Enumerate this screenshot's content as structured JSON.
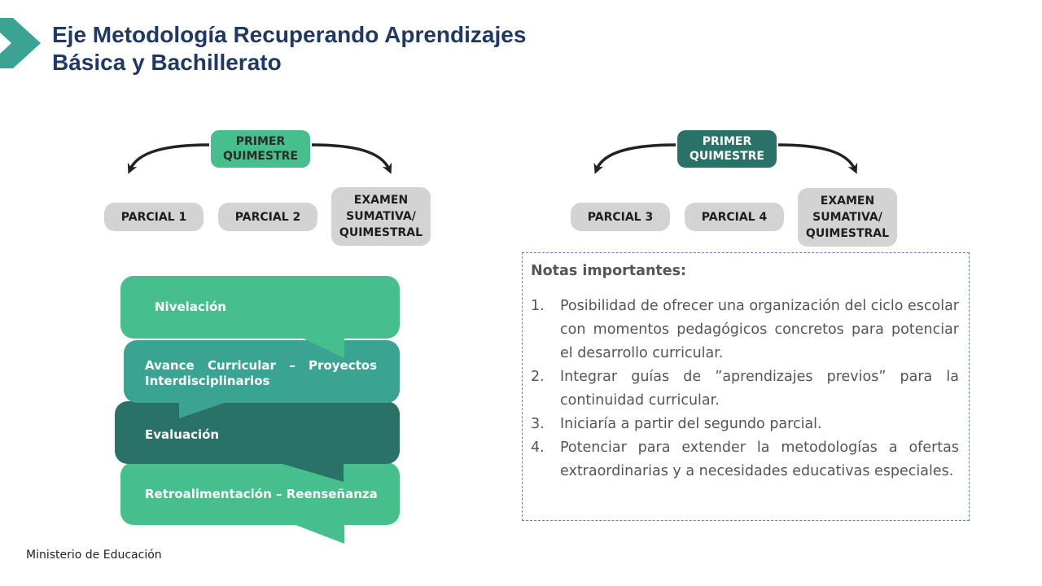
{
  "header": {
    "title_line1": "Eje Metodología Recuperando Aprendizajes",
    "title_line2": "Básica y Bachillerato"
  },
  "colors": {
    "title": "#1f3864",
    "accent_green": "#46bf8c",
    "teal": "#3ba392",
    "dark_teal": "#2a7268",
    "gray_pill": "#d3d3d3",
    "notes_border": "#5b84c4"
  },
  "left_diagram": {
    "quimestre_label": "PRIMER QUIMESTRE",
    "items": [
      "PARCIAL 1",
      "PARCIAL 2",
      "EXAMEN SUMATIVA/ QUIMESTRAL"
    ]
  },
  "right_diagram": {
    "quimestre_label": "PRIMER QUIMESTRE",
    "items": [
      "PARCIAL 3",
      "PARCIAL 4",
      "EXAMEN SUMATIVA/ QUIMESTRAL"
    ]
  },
  "stack": [
    "Nivelación",
    "Avance Curricular – Proyectos Interdisciplinarios",
    "Evaluación",
    "Retroalimentación – Reenseñanza"
  ],
  "notes": {
    "title": "Notas importantes:",
    "items": [
      "Posibilidad de ofrecer una organización del ciclo escolar con momentos pedagógicos concretos para potenciar el desarrollo curricular.",
      "Integrar guías de ”aprendizajes previos” para la continuidad curricular.",
      "Iniciaría a partir del segundo parcial.",
      "Potenciar para extender la metodologías a ofertas extraordinarias y a necesidades educativas especiales."
    ]
  },
  "footer": {
    "text": "Ministerio de Educación"
  }
}
